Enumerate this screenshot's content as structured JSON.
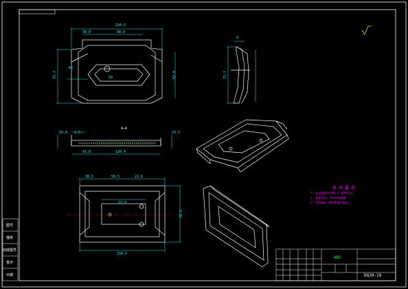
{
  "drawing": {
    "drawing_number": "DQJH-10",
    "material_code": "ABS",
    "title_line1": "",
    "title_line2": "",
    "title_line3": ""
  },
  "top_view": {
    "dim_overall_width": "234.5",
    "dim_inner_width": "94.8",
    "dim_left": "36.8",
    "dim_height_left": "75.7",
    "dim_height_right": "52.4",
    "dim_r": "R5",
    "dim_inner": "50"
  },
  "side_view": {
    "dim_height": "75.7",
    "dim_small": "8"
  },
  "section_view": {
    "label": "A—A",
    "dim_left": "10.8",
    "dim_mid": "2.5",
    "dim_right": "23.5",
    "dim_bottom_1": "41.8",
    "dim_bottom_2": "120.4"
  },
  "bottom_view": {
    "dim_a": "38.5",
    "dim_b": "50.5",
    "dim_c": "21.6",
    "dim_d": "22.5",
    "dim_height": "78.3",
    "dim_overall": "234.5"
  },
  "technical_notes": {
    "title": "技术要求",
    "items": [
      "1. 未注圆角均为R0.5，壁厚均匀。",
      "2. 表面光洁，不允许有缩痕。",
      "3. 材料ABS，颜色按客户要求。"
    ]
  },
  "side_stamps": [
    "图号",
    "描校",
    "旧底图号",
    "签字",
    "日期"
  ],
  "colors": {
    "background": "#000000",
    "geometry": "#00ffff",
    "frame": "#ffffff",
    "notes": "#ff00ff",
    "centerline": "#ff0000",
    "material": "#00ff00"
  }
}
